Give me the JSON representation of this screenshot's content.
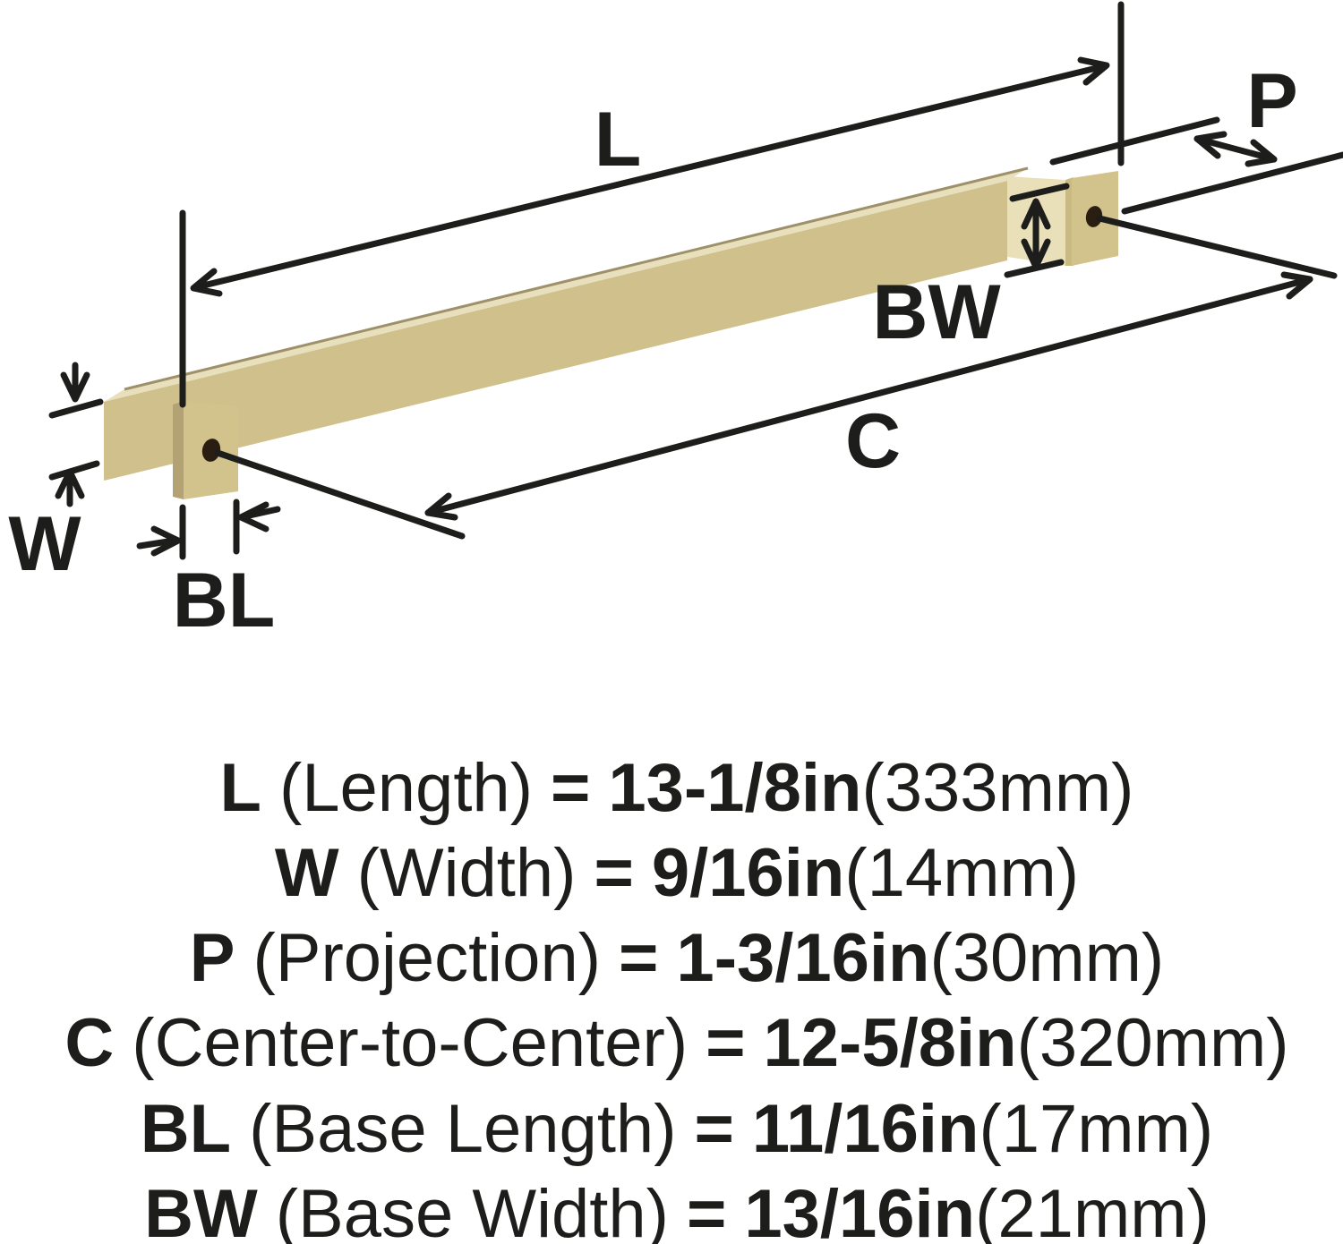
{
  "colors": {
    "line": "#1d1d1b",
    "text": "#1d1d1b",
    "bar_front": "#cfc08c",
    "bar_top": "#e8dfbc",
    "bar_edge": "#9e916a",
    "post_inner": "#e9e0ba",
    "post_strip": "#c9ba84",
    "plate_front": "#d2c28c",
    "plate_edge": "#b3a274",
    "hole": "#2a1e12"
  },
  "diagram": {
    "labels": {
      "L": "L",
      "P": "P",
      "BW": "BW",
      "C": "C",
      "W": "W",
      "BL": "BL"
    }
  },
  "specs": {
    "equals": "=",
    "rows": [
      {
        "label": "L",
        "name": "(Length)",
        "value": "13-1/8in",
        "metric": "(333mm)"
      },
      {
        "label": "W",
        "name": "(Width)",
        "value": "9/16in",
        "metric": "(14mm)"
      },
      {
        "label": "P",
        "name": "(Projection)",
        "value": "1-3/16in",
        "metric": "(30mm)"
      },
      {
        "label": "C",
        "name": "(Center-to-Center)",
        "value": "12-5/8in",
        "metric": "(320mm)"
      },
      {
        "label": "BL",
        "name": "(Base Length)",
        "value": "11/16in",
        "metric": "(17mm)"
      },
      {
        "label": "BW",
        "name": "(Base Width)",
        "value": "13/16in",
        "metric": "(21mm)"
      }
    ]
  }
}
